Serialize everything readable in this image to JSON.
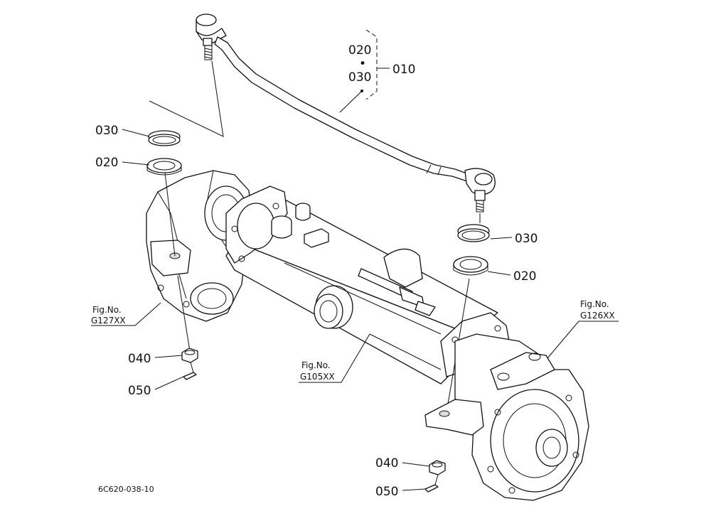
{
  "parts": {
    "tie_rod_assembly": "010",
    "tie_rod_end": "020",
    "tie_rod_end_dot": "•",
    "tie_rod_inner": "030",
    "dust_cover_left": "030",
    "seal_left": "020",
    "dust_cover_right": "030",
    "seal_right": "020",
    "nut_left": "040",
    "cotter_pin_left": "050",
    "nut_right": "040",
    "cotter_pin_right": "050"
  },
  "figure_refs": {
    "left_knuckle": {
      "line1": "Fig.No.",
      "line2": "G127XX"
    },
    "axle_housing": {
      "line1": "Fig.No.",
      "line2": "G105XX"
    },
    "right_knuckle": {
      "line1": "Fig.No.",
      "line2": "G126XX"
    }
  },
  "drawing_code": "6C620-038-10"
}
